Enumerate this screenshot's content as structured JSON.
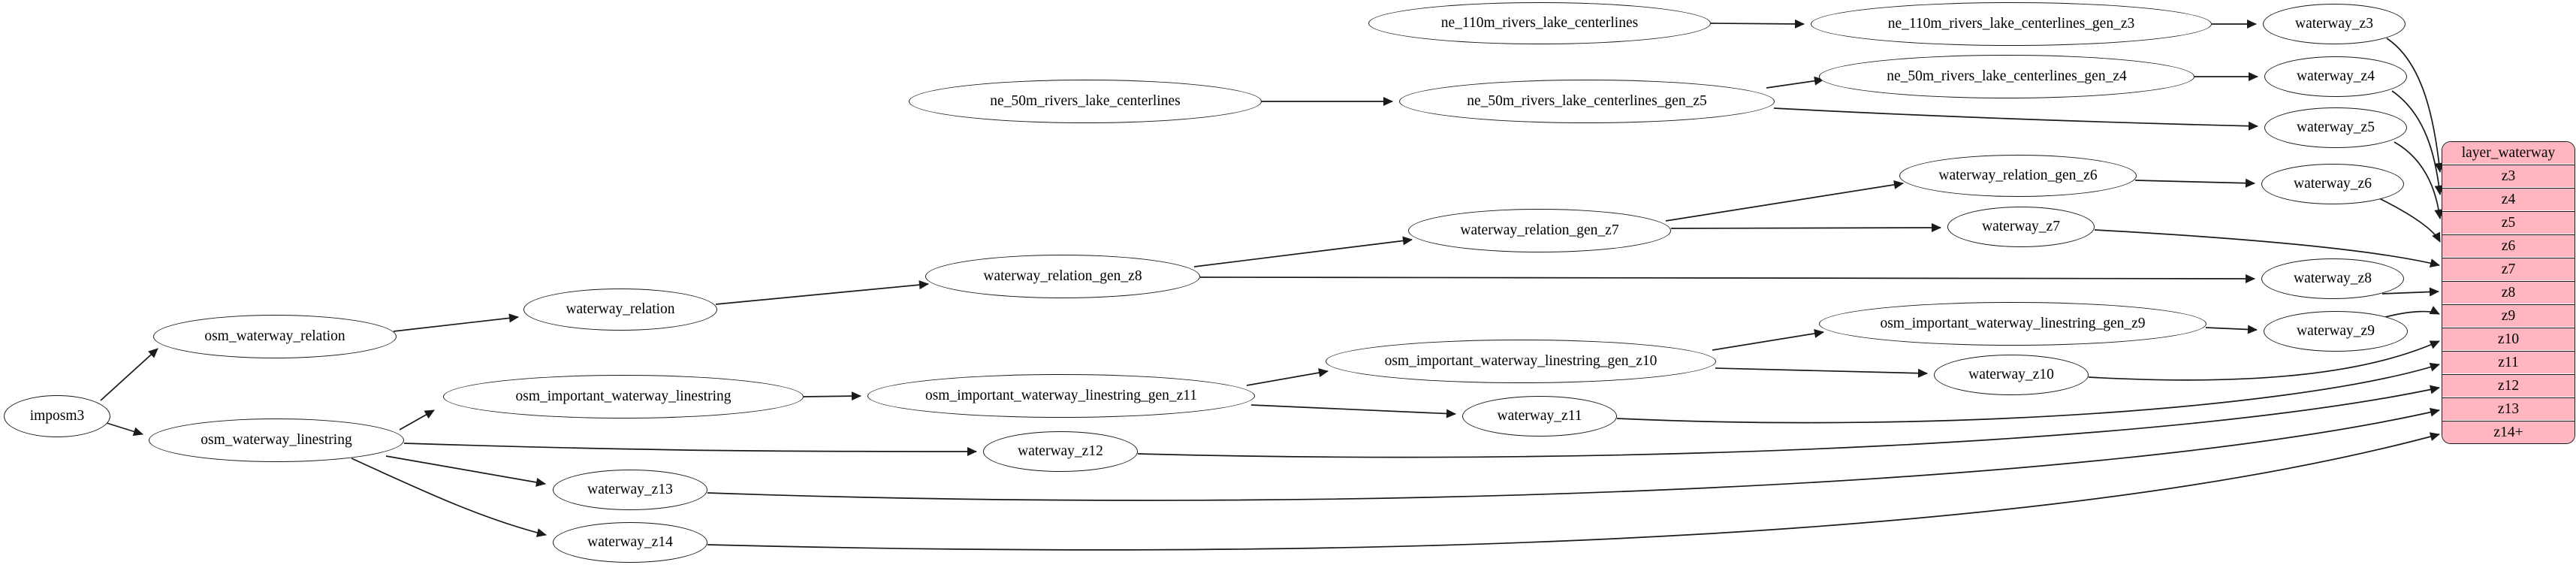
{
  "diagram": {
    "kind": "dependency-graph",
    "colors": {
      "table_fill": "#ffb6c1",
      "node_fill": "#ffffff",
      "border": "#1a1a1a",
      "edge": "#1a1a1a"
    },
    "nodes": [
      {
        "id": "imposm3",
        "label": "imposm3"
      },
      {
        "id": "osm_waterway_relation",
        "label": "osm_waterway_relation"
      },
      {
        "id": "osm_waterway_linestring",
        "label": "osm_waterway_linestring"
      },
      {
        "id": "waterway_relation",
        "label": "waterway_relation"
      },
      {
        "id": "osm_important_waterway_linestring",
        "label": "osm_important_waterway_linestring"
      },
      {
        "id": "waterway_z13",
        "label": "waterway_z13"
      },
      {
        "id": "waterway_z14",
        "label": "waterway_z14"
      },
      {
        "id": "ne_50m_rivers_lake_centerlines",
        "label": "ne_50m_rivers_lake_centerlines"
      },
      {
        "id": "waterway_relation_gen_z8",
        "label": "waterway_relation_gen_z8"
      },
      {
        "id": "osm_important_waterway_linestring_gen_z11",
        "label": "osm_important_waterway_linestring_gen_z11"
      },
      {
        "id": "waterway_z12",
        "label": "waterway_z12"
      },
      {
        "id": "ne_110m_rivers_lake_centerlines",
        "label": "ne_110m_rivers_lake_centerlines"
      },
      {
        "id": "ne_50m_rivers_lake_centerlines_gen_z5",
        "label": "ne_50m_rivers_lake_centerlines_gen_z5"
      },
      {
        "id": "waterway_relation_gen_z7",
        "label": "waterway_relation_gen_z7"
      },
      {
        "id": "waterway_relation_gen_z6",
        "label": "waterway_relation_gen_z6"
      },
      {
        "id": "waterway_z7",
        "label": "waterway_z7"
      },
      {
        "id": "osm_important_waterway_linestring_gen_z10",
        "label": "osm_important_waterway_linestring_gen_z10"
      },
      {
        "id": "osm_important_waterway_linestring_gen_z9",
        "label": "osm_important_waterway_linestring_gen_z9"
      },
      {
        "id": "waterway_z10",
        "label": "waterway_z10"
      },
      {
        "id": "waterway_z11",
        "label": "waterway_z11"
      },
      {
        "id": "waterway_z9",
        "label": "waterway_z9"
      },
      {
        "id": "ne_110m_rivers_lake_centerlines_gen_z3",
        "label": "ne_110m_rivers_lake_centerlines_gen_z3"
      },
      {
        "id": "waterway_z3",
        "label": "waterway_z3"
      },
      {
        "id": "waterway_z4",
        "label": "waterway_z4"
      },
      {
        "id": "waterway_z5",
        "label": "waterway_z5"
      },
      {
        "id": "waterway_z6",
        "label": "waterway_z6"
      },
      {
        "id": "waterway_z8",
        "label": "waterway_z8"
      },
      {
        "id": "ne_50m_rivers_lake_centerlines_gen_z4",
        "label": "ne_50m_rivers_lake_centerlines_gen_z4"
      }
    ],
    "edges": [
      {
        "from": "imposm3",
        "to": "osm_waterway_relation"
      },
      {
        "from": "imposm3",
        "to": "osm_waterway_linestring"
      },
      {
        "from": "osm_waterway_relation",
        "to": "waterway_relation"
      },
      {
        "from": "waterway_relation",
        "to": "waterway_relation_gen_z8"
      },
      {
        "from": "waterway_relation_gen_z8",
        "to": "waterway_relation_gen_z7"
      },
      {
        "from": "waterway_relation_gen_z8",
        "to": "waterway_z8"
      },
      {
        "from": "waterway_relation_gen_z7",
        "to": "waterway_relation_gen_z6"
      },
      {
        "from": "waterway_relation_gen_z7",
        "to": "waterway_z7"
      },
      {
        "from": "waterway_relation_gen_z6",
        "to": "waterway_z6"
      },
      {
        "from": "osm_waterway_linestring",
        "to": "osm_important_waterway_linestring"
      },
      {
        "from": "osm_waterway_linestring",
        "to": "waterway_z12"
      },
      {
        "from": "osm_waterway_linestring",
        "to": "waterway_z13"
      },
      {
        "from": "osm_waterway_linestring",
        "to": "waterway_z14"
      },
      {
        "from": "osm_important_waterway_linestring",
        "to": "osm_important_waterway_linestring_gen_z11"
      },
      {
        "from": "osm_important_waterway_linestring_gen_z11",
        "to": "osm_important_waterway_linestring_gen_z10"
      },
      {
        "from": "osm_important_waterway_linestring_gen_z11",
        "to": "waterway_z11"
      },
      {
        "from": "osm_important_waterway_linestring_gen_z10",
        "to": "osm_important_waterway_linestring_gen_z9"
      },
      {
        "from": "osm_important_waterway_linestring_gen_z10",
        "to": "waterway_z10"
      },
      {
        "from": "osm_important_waterway_linestring_gen_z9",
        "to": "waterway_z9"
      },
      {
        "from": "ne_110m_rivers_lake_centerlines",
        "to": "ne_110m_rivers_lake_centerlines_gen_z3"
      },
      {
        "from": "ne_110m_rivers_lake_centerlines_gen_z3",
        "to": "waterway_z3"
      },
      {
        "from": "ne_50m_rivers_lake_centerlines",
        "to": "ne_50m_rivers_lake_centerlines_gen_z5"
      },
      {
        "from": "ne_50m_rivers_lake_centerlines_gen_z5",
        "to": "ne_50m_rivers_lake_centerlines_gen_z4"
      },
      {
        "from": "ne_50m_rivers_lake_centerlines_gen_z5",
        "to": "waterway_z5"
      },
      {
        "from": "ne_50m_rivers_lake_centerlines_gen_z4",
        "to": "waterway_z4"
      },
      {
        "from": "waterway_z3",
        "to": "layer_waterway.z3"
      },
      {
        "from": "waterway_z4",
        "to": "layer_waterway.z4"
      },
      {
        "from": "waterway_z5",
        "to": "layer_waterway.z5"
      },
      {
        "from": "waterway_z6",
        "to": "layer_waterway.z6"
      },
      {
        "from": "waterway_z7",
        "to": "layer_waterway.z7"
      },
      {
        "from": "waterway_z8",
        "to": "layer_waterway.z8"
      },
      {
        "from": "waterway_z9",
        "to": "layer_waterway.z9"
      },
      {
        "from": "waterway_z10",
        "to": "layer_waterway.z10"
      },
      {
        "from": "waterway_z11",
        "to": "layer_waterway.z11"
      },
      {
        "from": "waterway_z12",
        "to": "layer_waterway.z12"
      },
      {
        "from": "waterway_z13",
        "to": "layer_waterway.z13"
      },
      {
        "from": "waterway_z14",
        "to": "layer_waterway.z14+"
      }
    ],
    "table": {
      "title": "layer_waterway",
      "rows": [
        "z3",
        "z4",
        "z5",
        "z6",
        "z7",
        "z8",
        "z9",
        "z10",
        "z11",
        "z12",
        "z13",
        "z14+"
      ]
    }
  }
}
